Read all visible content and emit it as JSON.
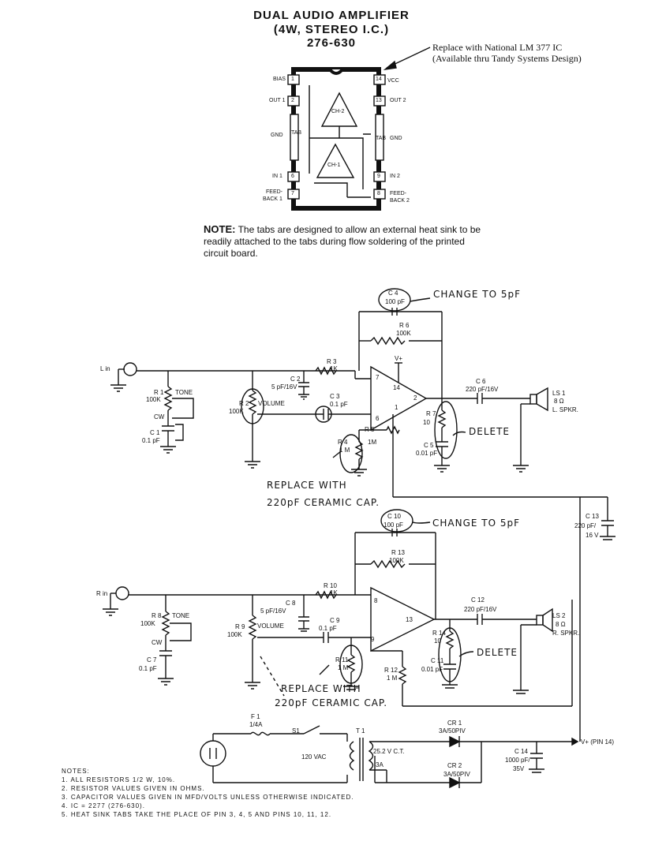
{
  "title": {
    "line1": "DUAL AUDIO AMPLIFIER",
    "line2": "(4W, STEREO I.C.)",
    "line3": "276-630"
  },
  "replace_note": {
    "line1": "Replace with National LM 377 IC",
    "line2": "(Available thru Tandy Systems Design)"
  },
  "ic_pins": {
    "bias": "BIAS",
    "out1": "OUT 1",
    "gnd_left": "GND",
    "in1": "IN 1",
    "feedback1_a": "FEED-",
    "feedback1_b": "BACK 1",
    "vcc": "VCC",
    "out2": "OUT 2",
    "gnd_right": "GND",
    "in2": "IN 2",
    "feedback2_a": "FEED-",
    "feedback2_b": "BACK 2",
    "pin1": "1",
    "pin2": "2",
    "pin6": "6",
    "pin7": "7",
    "pin8": "8",
    "pin9": "9",
    "pin13": "13",
    "pin14": "14",
    "tab": "TAB",
    "ch1": "CH-1",
    "ch2": "CH-2"
  },
  "note": {
    "label": "NOTE:",
    "text": "The tabs are designed to allow an external heat sink to be readily attached to the tabs during flow soldering of the printed circuit board."
  },
  "handwritten": {
    "c4_change": "CHANGE TO 5pF",
    "c10_change": "CHANGE TO 5pF",
    "delete1": "DELETE",
    "delete2": "DELETE",
    "replace1_a": "REPLACE WITH",
    "replace1_b": "220pF CERAMIC CAP.",
    "replace2_a": "REPLACE WITH",
    "replace2_b": "220pF CERAMIC CAP."
  },
  "channel1": {
    "input": "L in",
    "r1": "R 1",
    "r1_val": "100K",
    "tone": "TONE",
    "cw": "CW",
    "c1": "C 1",
    "c1_val": "0.1 pF",
    "r2": "R 2",
    "r2_val": "100K",
    "volume": "VOLUME",
    "c2": "C 2",
    "c2_val": "5 pF/16V",
    "r3": "R 3",
    "r3_val": "1K",
    "c3": "C 3",
    "c3_val": "0.1 pF",
    "r4": "R 4",
    "r4_val": "1 M",
    "r5": "R 5",
    "r5_val": "1M",
    "c4": "C 4",
    "c4_val": "100 pF",
    "r6": "R 6",
    "r6_val": "100K",
    "vplus": "V+",
    "pin7": "7",
    "pin14": "14",
    "pin6": "6",
    "pin2": "2",
    "pin1": "1",
    "c6": "C 6",
    "c6_val": "220 pF/16V",
    "r7": "R 7",
    "r7_val": "10",
    "c5": "C 5",
    "c5_val": "0.01 pF",
    "ls": "LS 1",
    "ls_val": "8 Ω",
    "spkr": "L. SPKR."
  },
  "channel2": {
    "input": "R in",
    "r8": "R 8",
    "r8_val": "100K",
    "tone": "TONE",
    "cw": "CW",
    "c7": "C 7",
    "c7_val": "0.1 pF",
    "r9": "R 9",
    "r9_val": "100K",
    "volume": "VOLUME",
    "c8": "C 8",
    "c8_val": "5 pF/16V",
    "r10": "R 10",
    "r10_val": "1K",
    "c9": "C 9",
    "c9_val": "0.1 pF",
    "r11": "R 11",
    "r11_val": "1 M",
    "r12": "R 12",
    "r12_val": "1 M",
    "c10": "C 10",
    "c10_val": "100 pF",
    "r13": "R 13",
    "r13_val": "100K",
    "pin8": "8",
    "pin9": "9",
    "pin13": "13",
    "c12": "C 12",
    "c12_val": "220 pF/16V",
    "r14": "R 14",
    "r14_val": "10",
    "c11": "C 11",
    "c11_val": "0.01 pF",
    "ls": "LS 2",
    "ls_val": "8 Ω",
    "spkr": "R. SPKR."
  },
  "supply": {
    "c13": "C 13",
    "c13_val": "220 pF/",
    "c13_v": "16 V",
    "f1": "F 1",
    "f1_val": "1/4A",
    "s1": "S1",
    "t1": "T 1",
    "vac": "120 VAC",
    "ct": "25.2 V C.T.",
    "amp": "3A",
    "cr1": "CR 1",
    "cr1_val": "3A/50PIV",
    "cr2": "CR 2",
    "cr2_val": "3A/50PIV",
    "c14": "C 14",
    "c14_val": "1000 pF/",
    "c14_v": "35V",
    "vout": "V+ (PIN 14)"
  },
  "notes": {
    "header": "NOTES:",
    "items": [
      "1. ALL RESISTORS 1/2 W, 10%.",
      "2. RESISTOR VALUES GIVEN IN OHMS.",
      "3. CAPACITOR VALUES GIVEN IN MFD/VOLTS UNLESS OTHERWISE INDICATED.",
      "4. IC = 2277 (276-630).",
      "5. HEAT SINK TABS TAKE THE PLACE OF PIN 3, 4, 5 AND PINS 10, 11, 12."
    ]
  }
}
